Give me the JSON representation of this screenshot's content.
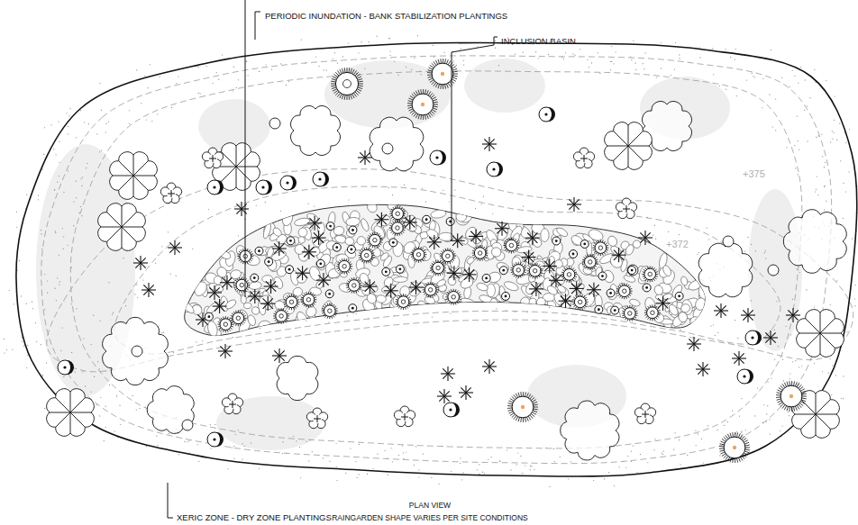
{
  "diagram": {
    "labels": [
      "PERIODIC INUNDATION - BANK STABILIZATION PLANTINGS",
      "INCLUSION BASIN",
      "+375",
      "+372",
      "PLAN VIEW",
      "RAINGARDEN SHAPE VARIES PER SITE CONDITIONS",
      "XERIC ZONE - DRY ZONE PLANTINGS"
    ]
  }
}
